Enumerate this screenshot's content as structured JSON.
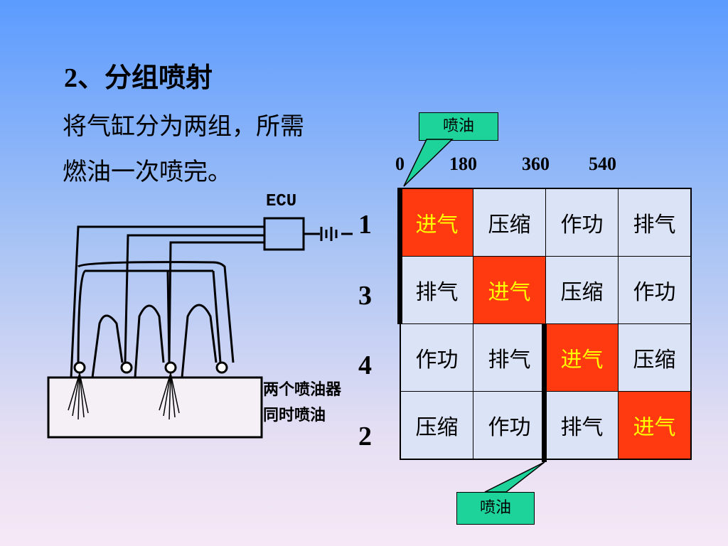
{
  "title_num": "2",
  "title_text": "、分组喷射",
  "desc_line1": "将气缸分为两组，所需",
  "desc_line2": "燃油一次喷完。",
  "callout_top": "喷油",
  "callout_bottom": "喷油",
  "crank_ticks": [
    "0",
    "180",
    "360",
    "540"
  ],
  "cylinders": [
    "1",
    "3",
    "4",
    "2"
  ],
  "cycle_table": [
    [
      "进气",
      "压缩",
      "作功",
      "排气"
    ],
    [
      "排气",
      "进气",
      "压缩",
      "作功"
    ],
    [
      "作功",
      "排气",
      "进气",
      "压缩"
    ],
    [
      "压缩",
      "作功",
      "排气",
      "进气"
    ]
  ],
  "highlight_label": "进气",
  "colors": {
    "highlight_bg": "#ff3a10",
    "highlight_text": "#ffff00",
    "cell_bg": "#dbe3f7",
    "callout_bg": "#1ed39a"
  },
  "diagram": {
    "ecu_label": "ECU",
    "caption_line1": "两个喷油器",
    "caption_line2": "同时喷油"
  }
}
